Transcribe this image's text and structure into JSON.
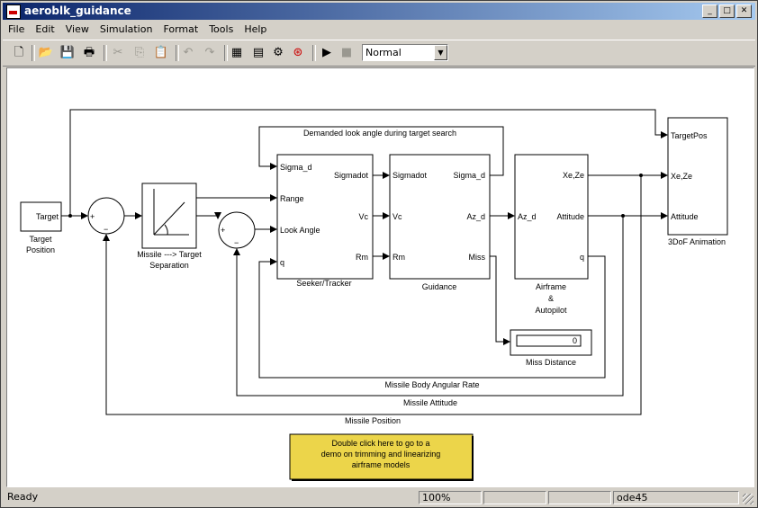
{
  "window": {
    "title": "aeroblk_guidance"
  },
  "menu": [
    "File",
    "Edit",
    "View",
    "Simulation",
    "Format",
    "Tools",
    "Help"
  ],
  "toolbar": {
    "sim_mode": "Normal",
    "icons": [
      "new-model",
      "open",
      "save",
      "print",
      "cut",
      "copy",
      "paste",
      "undo",
      "redo",
      "library-browser",
      "model-explorer",
      "debugger",
      "build",
      "start-simulation",
      "stop-simulation"
    ]
  },
  "diagram": {
    "target_block": {
      "label": "Target",
      "caption": [
        "Target",
        "Position"
      ]
    },
    "sum_signs": [
      "+",
      "−"
    ],
    "separation": {
      "caption": [
        "Missile ---> Target",
        "Separation"
      ]
    },
    "seeker": {
      "inputs": [
        "Sigma_d",
        "Range",
        "Look Angle",
        "q"
      ],
      "outputs": [
        "Sigmadot",
        "Vc",
        "Rm"
      ],
      "caption": "Seeker/Tracker"
    },
    "guidance": {
      "inputs": [
        "Sigmadot",
        "Vc",
        "Rm"
      ],
      "outputs": [
        "Sigma_d",
        "Az_d",
        "Miss"
      ],
      "caption": "Guidance"
    },
    "airframe": {
      "inputs": [
        "Az_d"
      ],
      "outputs": [
        "Xe,Ze",
        "Attitude",
        "q"
      ],
      "caption": [
        "Airframe",
        "&",
        "Autopilot"
      ]
    },
    "animation": {
      "inputs": [
        "TargetPos",
        "Xe,Ze",
        "Attitude"
      ],
      "caption": "3DoF Animation"
    },
    "miss_distance": {
      "value": "0",
      "caption": "Miss Distance"
    },
    "signals": {
      "look_angle": "Demanded look angle during target search",
      "body_rate": "Missile Body Angular Rate",
      "attitude": "Missile Attitude",
      "position": "Missile Position"
    },
    "note": [
      "Double click here to go to a",
      "demo on trimming and linearizing",
      "airframe models"
    ],
    "colors": {
      "note_bg": "#ecd54a"
    }
  },
  "status": {
    "state": "Ready",
    "zoom": "100%",
    "solver": "ode45"
  }
}
